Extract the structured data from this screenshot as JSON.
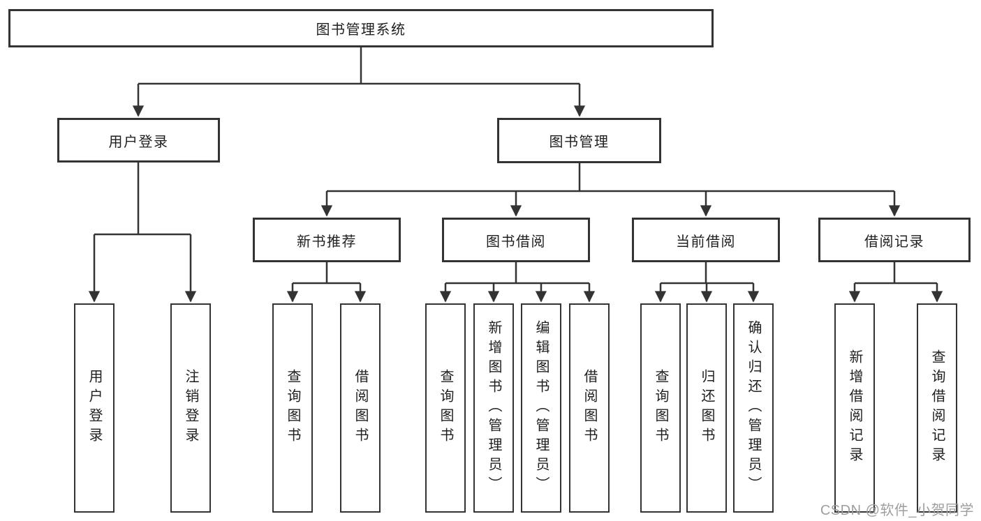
{
  "tree": {
    "label": "图书管理系统",
    "children": [
      {
        "label": "用户登录",
        "children": [
          {
            "label": "用户登录"
          },
          {
            "label": "注销登录"
          }
        ]
      },
      {
        "label": "图书管理",
        "children": [
          {
            "label": "新书推荐",
            "children": [
              {
                "label": "查询图书"
              },
              {
                "label": "借阅图书"
              }
            ]
          },
          {
            "label": "图书借阅",
            "children": [
              {
                "label": "查询图书"
              },
              {
                "label": "新增图书（管理员）"
              },
              {
                "label": "编辑图书（管理员）"
              },
              {
                "label": "借阅图书"
              }
            ]
          },
          {
            "label": "当前借阅",
            "children": [
              {
                "label": "查询图书"
              },
              {
                "label": "归还图书"
              },
              {
                "label": "确认归还（管理员）"
              }
            ]
          },
          {
            "label": "借阅记录",
            "children": [
              {
                "label": "新增借阅记录"
              },
              {
                "label": "查询借阅记录"
              }
            ]
          }
        ]
      }
    ]
  },
  "watermark": {
    "text": "CSDN @软件_小贺同学"
  },
  "colors": {
    "line": "#333333",
    "box_border": "#333333",
    "text": "#1f1f1f",
    "watermark_text": "#9e9e9e",
    "background": "#ffffff"
  }
}
